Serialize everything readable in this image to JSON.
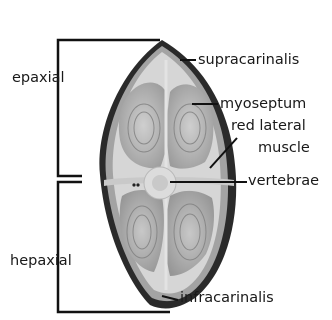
{
  "labels": {
    "epaxial": "epaxial",
    "hepaxial": "hepaxial",
    "supracarinalis": "supracarinalis",
    "myoseptum": "myoseptum",
    "red_lateral_muscle_line1": "red lateral",
    "red_lateral_muscle_line2": "muscle",
    "vertebrae": "vertebrae",
    "infracarinalis": "infracarinalis"
  },
  "colors": {
    "outline": "#1c1c1c",
    "body": "#9a9a9a",
    "muscle_light": "#c2c2c2",
    "muscle_dark": "#8a8a8a",
    "rim": "#e4e4e4",
    "lines": "#111111"
  }
}
